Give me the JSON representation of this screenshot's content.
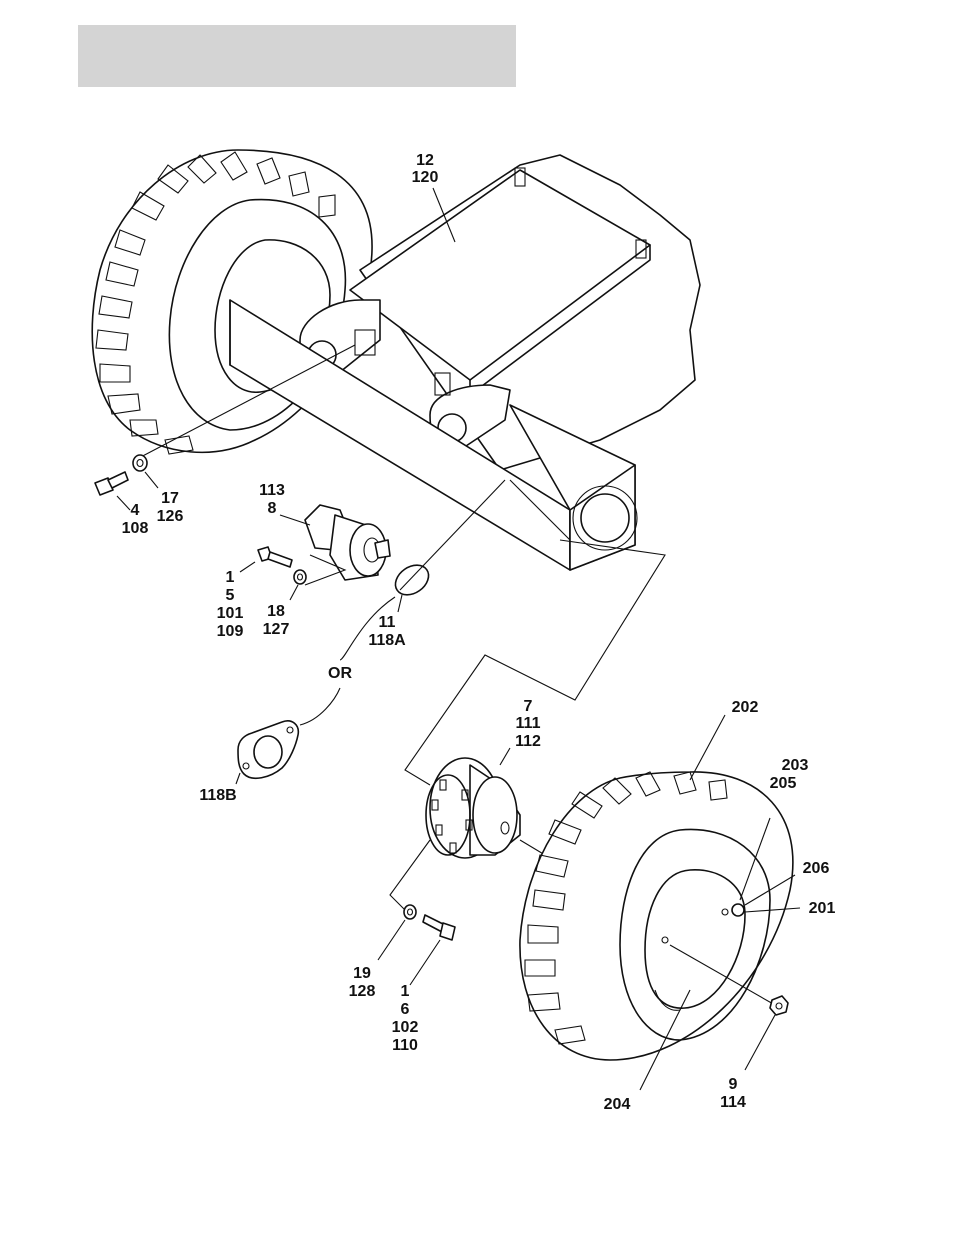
{
  "header": {
    "bar_color": "#d4d4d4"
  },
  "callouts": {
    "c12_120": [
      "12",
      "120"
    ],
    "c17_126": [
      "17",
      "126"
    ],
    "c4_108": [
      "4",
      "108"
    ],
    "c113_8": [
      "113",
      "8"
    ],
    "c1_5_101_109": [
      "1",
      "5",
      "101",
      "109"
    ],
    "c18_127": [
      "18",
      "127"
    ],
    "c11_118a": [
      "11",
      "118A"
    ],
    "or": [
      "OR"
    ],
    "c118b": [
      "118B"
    ],
    "c7_111_112": [
      "7",
      "111",
      "112"
    ],
    "c202": [
      "202"
    ],
    "c203_205": [
      "203",
      "205"
    ],
    "c206": [
      "206"
    ],
    "c201": [
      "201"
    ],
    "c19_128": [
      "19",
      "128"
    ],
    "c1_6_102_110": [
      "1",
      "6",
      "102",
      "110"
    ],
    "c9_114": [
      "9",
      "114"
    ],
    "c204": [
      "204"
    ]
  },
  "icons": [
    "tire-icon",
    "axle-frame-icon",
    "hydraulic-motor-icon",
    "o-ring-icon",
    "gasket-icon",
    "wheel-hub-icon",
    "bolt-icon",
    "washer-icon",
    "lug-nut-icon"
  ]
}
